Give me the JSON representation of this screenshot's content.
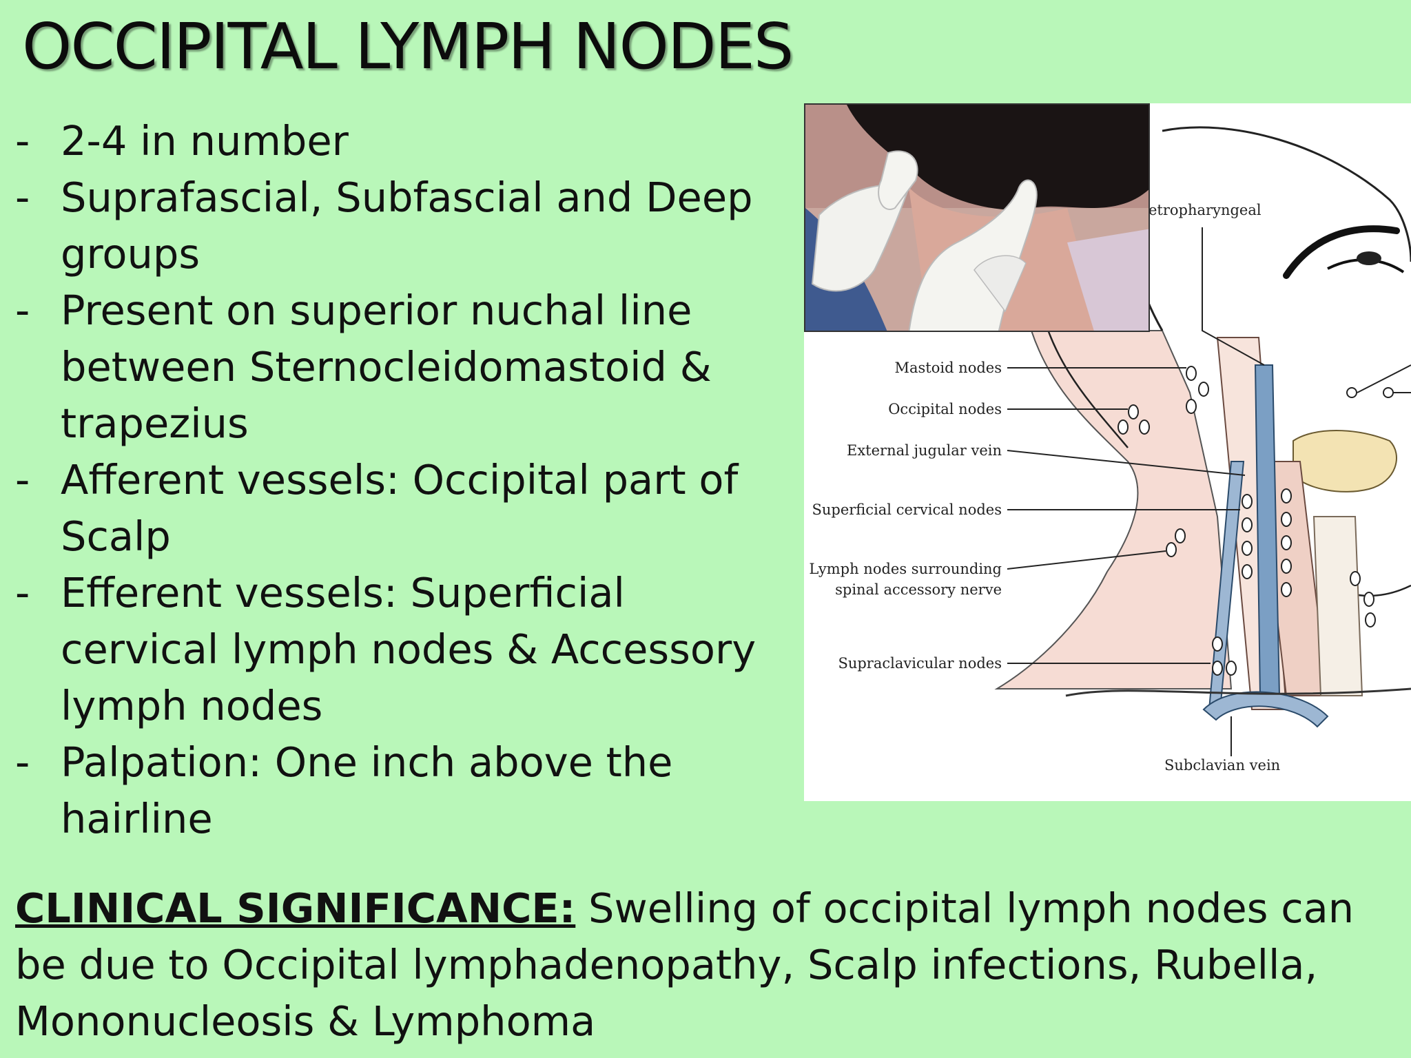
{
  "slide": {
    "title": "OCCIPITAL LYMPH NODES",
    "bullet_marker": "-",
    "bullets": [
      "2-4 in number",
      "Suprafascial, Subfascial and Deep groups",
      "Present on superior nuchal line between Sternocleidomastoid & trapezius",
      "Afferent vessels: Occipital part of Scalp",
      "Efferent vessels: Superficial cervical lymph nodes & Accessory lymph nodes",
      "Palpation: One inch above the hairline"
    ],
    "clinical": {
      "label": "CLINICAL SIGNIFICANCE:",
      "text": " Swelling of occipital lymph nodes can be due to Occipital lymphadenopathy, Scalp infections, Rubella, Mononucleosis & Lymphoma"
    }
  },
  "figure": {
    "labels": {
      "retropharyngeal": "etropharyngeal",
      "mastoid": "Mastoid nodes",
      "occipital": "Occipital nodes",
      "ext_jugular": "External jugular vein",
      "superficial_cervical": "Superficial cervical nodes",
      "accessory_1": "Lymph nodes surrounding",
      "accessory_2": "spinal accessory nerve",
      "supraclavicular": "Supraclavicular nodes",
      "subclavian": "Subclavian vein"
    }
  },
  "colors": {
    "background": "#b9f7b9",
    "neck_skin": "#f6dcd4",
    "vein": "#7b9fc4",
    "gland": "#f3e3b3"
  }
}
